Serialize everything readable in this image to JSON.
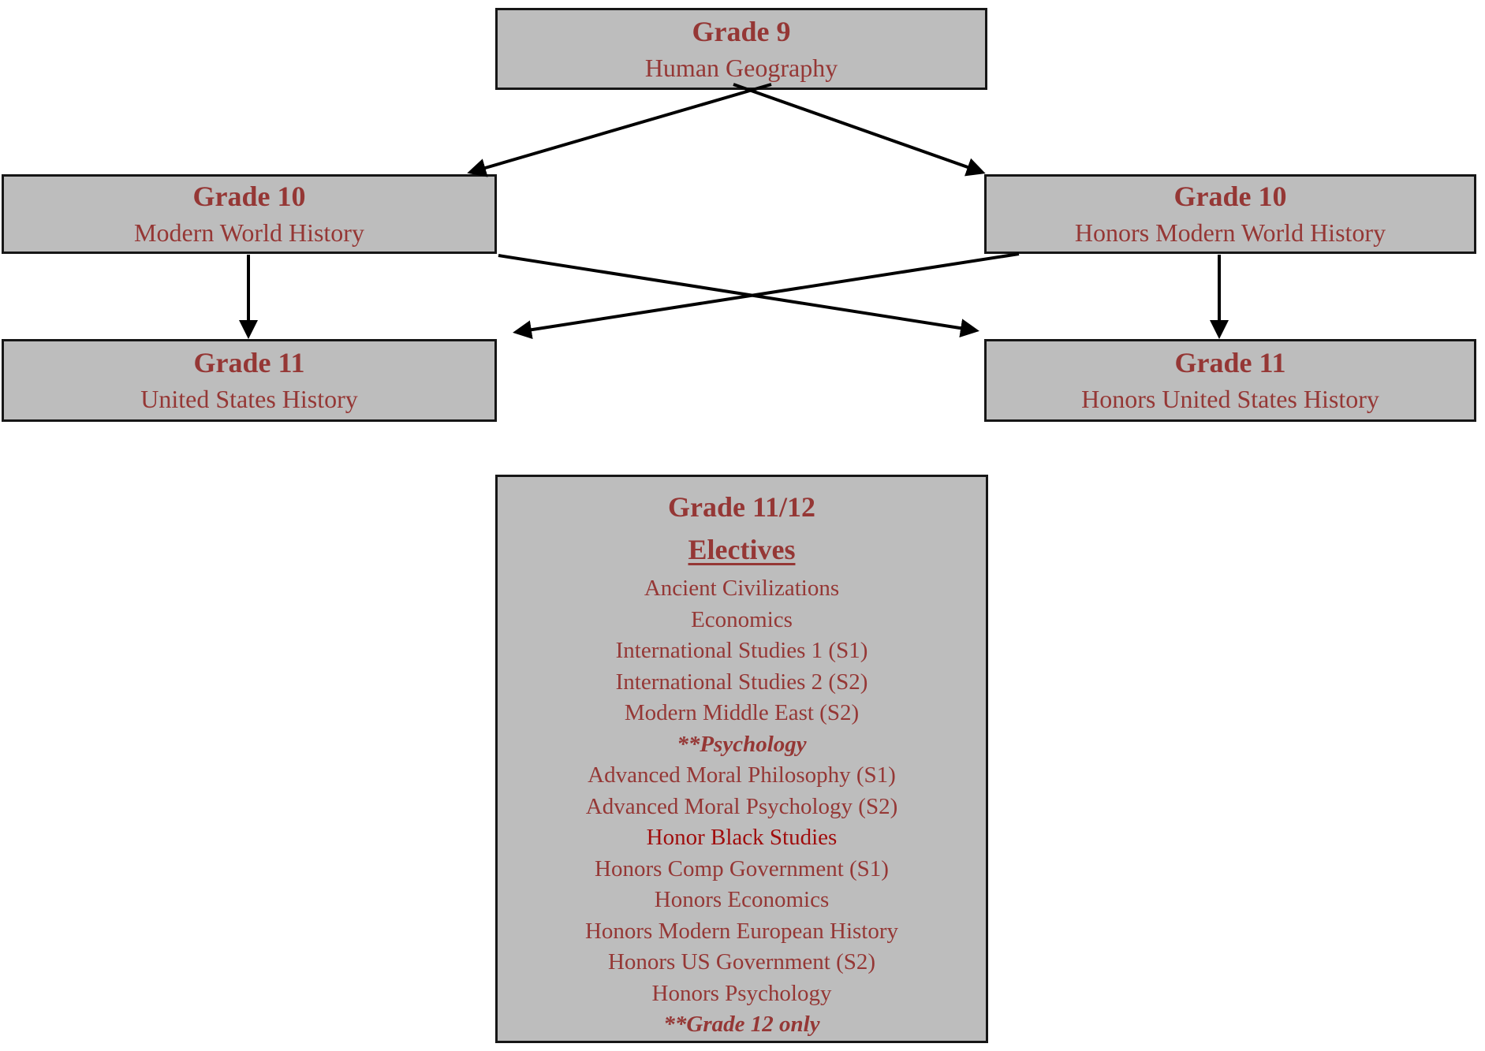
{
  "colors": {
    "box_fill": "#bdbdbd",
    "box_border": "#161616",
    "text_maroon": "#953735",
    "text_bright_red": "#a00d0d",
    "arrow": "#000000",
    "page_background": "#ffffff"
  },
  "boxes": {
    "grade9": {
      "title": "Grade 9",
      "subtitle": "Human Geography"
    },
    "grade10_regular": {
      "title": "Grade 10",
      "subtitle": "Modern World History"
    },
    "grade10_honors": {
      "title": "Grade 10",
      "subtitle": "Honors Modern World History"
    },
    "grade11_regular": {
      "title": "Grade 11",
      "subtitle": "United States History"
    },
    "grade11_honors": {
      "title": "Grade 11",
      "subtitle": "Honors United States History"
    },
    "electives": {
      "title": "Grade 11/12",
      "subtitle": "Electives",
      "items": [
        {
          "label": "Ancient Civilizations",
          "style": "normal"
        },
        {
          "label": "Economics",
          "style": "normal"
        },
        {
          "label": "International Studies 1 (S1)",
          "style": "normal"
        },
        {
          "label": "International Studies 2 (S2)",
          "style": "normal"
        },
        {
          "label": "Modern Middle East (S2)",
          "style": "normal"
        },
        {
          "label": "**Psychology",
          "style": "bold-italic"
        },
        {
          "label": "Advanced Moral Philosophy (S1)",
          "style": "normal"
        },
        {
          "label": "Advanced Moral Psychology (S2)",
          "style": "normal"
        },
        {
          "label": "Honor Black Studies",
          "style": "highlight"
        },
        {
          "label": "Honors Comp Government (S1)",
          "style": "normal"
        },
        {
          "label": "Honors Economics",
          "style": "normal"
        },
        {
          "label": "Honors Modern European History",
          "style": "normal"
        },
        {
          "label": "Honors US Government (S2)",
          "style": "normal"
        },
        {
          "label": "Honors Psychology",
          "style": "normal"
        },
        {
          "label": "**Grade 12 only",
          "style": "bold-italic"
        }
      ]
    }
  },
  "connections": [
    {
      "from": "grade9",
      "to": "grade10_regular"
    },
    {
      "from": "grade9",
      "to": "grade10_honors"
    },
    {
      "from": "grade10_regular",
      "to": "grade11_regular"
    },
    {
      "from": "grade10_regular",
      "to": "grade11_honors"
    },
    {
      "from": "grade10_honors",
      "to": "grade11_regular"
    },
    {
      "from": "grade10_honors",
      "to": "grade11_honors"
    }
  ]
}
